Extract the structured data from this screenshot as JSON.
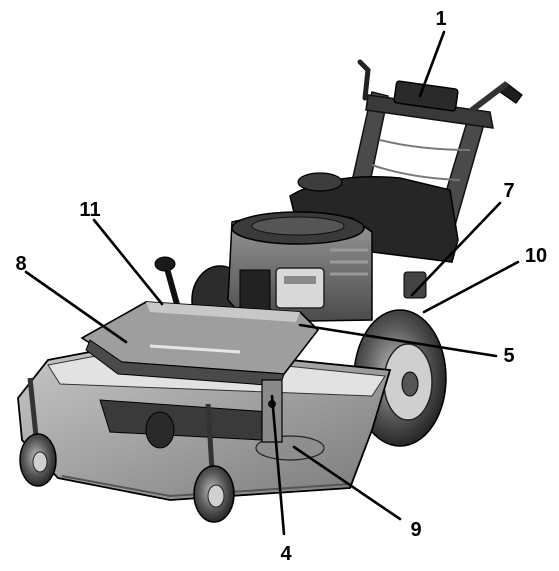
{
  "colors": {
    "ink": "#000000",
    "dark": "#2a2a2a",
    "mid": "#6e6e6e",
    "light": "#b4b4b4",
    "pale": "#dcdcdc",
    "background": "#ffffff"
  },
  "callouts": [
    {
      "id": "1",
      "label": "1"
    },
    {
      "id": "4",
      "label": "4"
    },
    {
      "id": "5",
      "label": "5"
    },
    {
      "id": "7",
      "label": "7"
    },
    {
      "id": "8",
      "label": "8"
    },
    {
      "id": "9",
      "label": "9"
    },
    {
      "id": "10",
      "label": "10"
    },
    {
      "id": "11",
      "label": "11"
    }
  ]
}
